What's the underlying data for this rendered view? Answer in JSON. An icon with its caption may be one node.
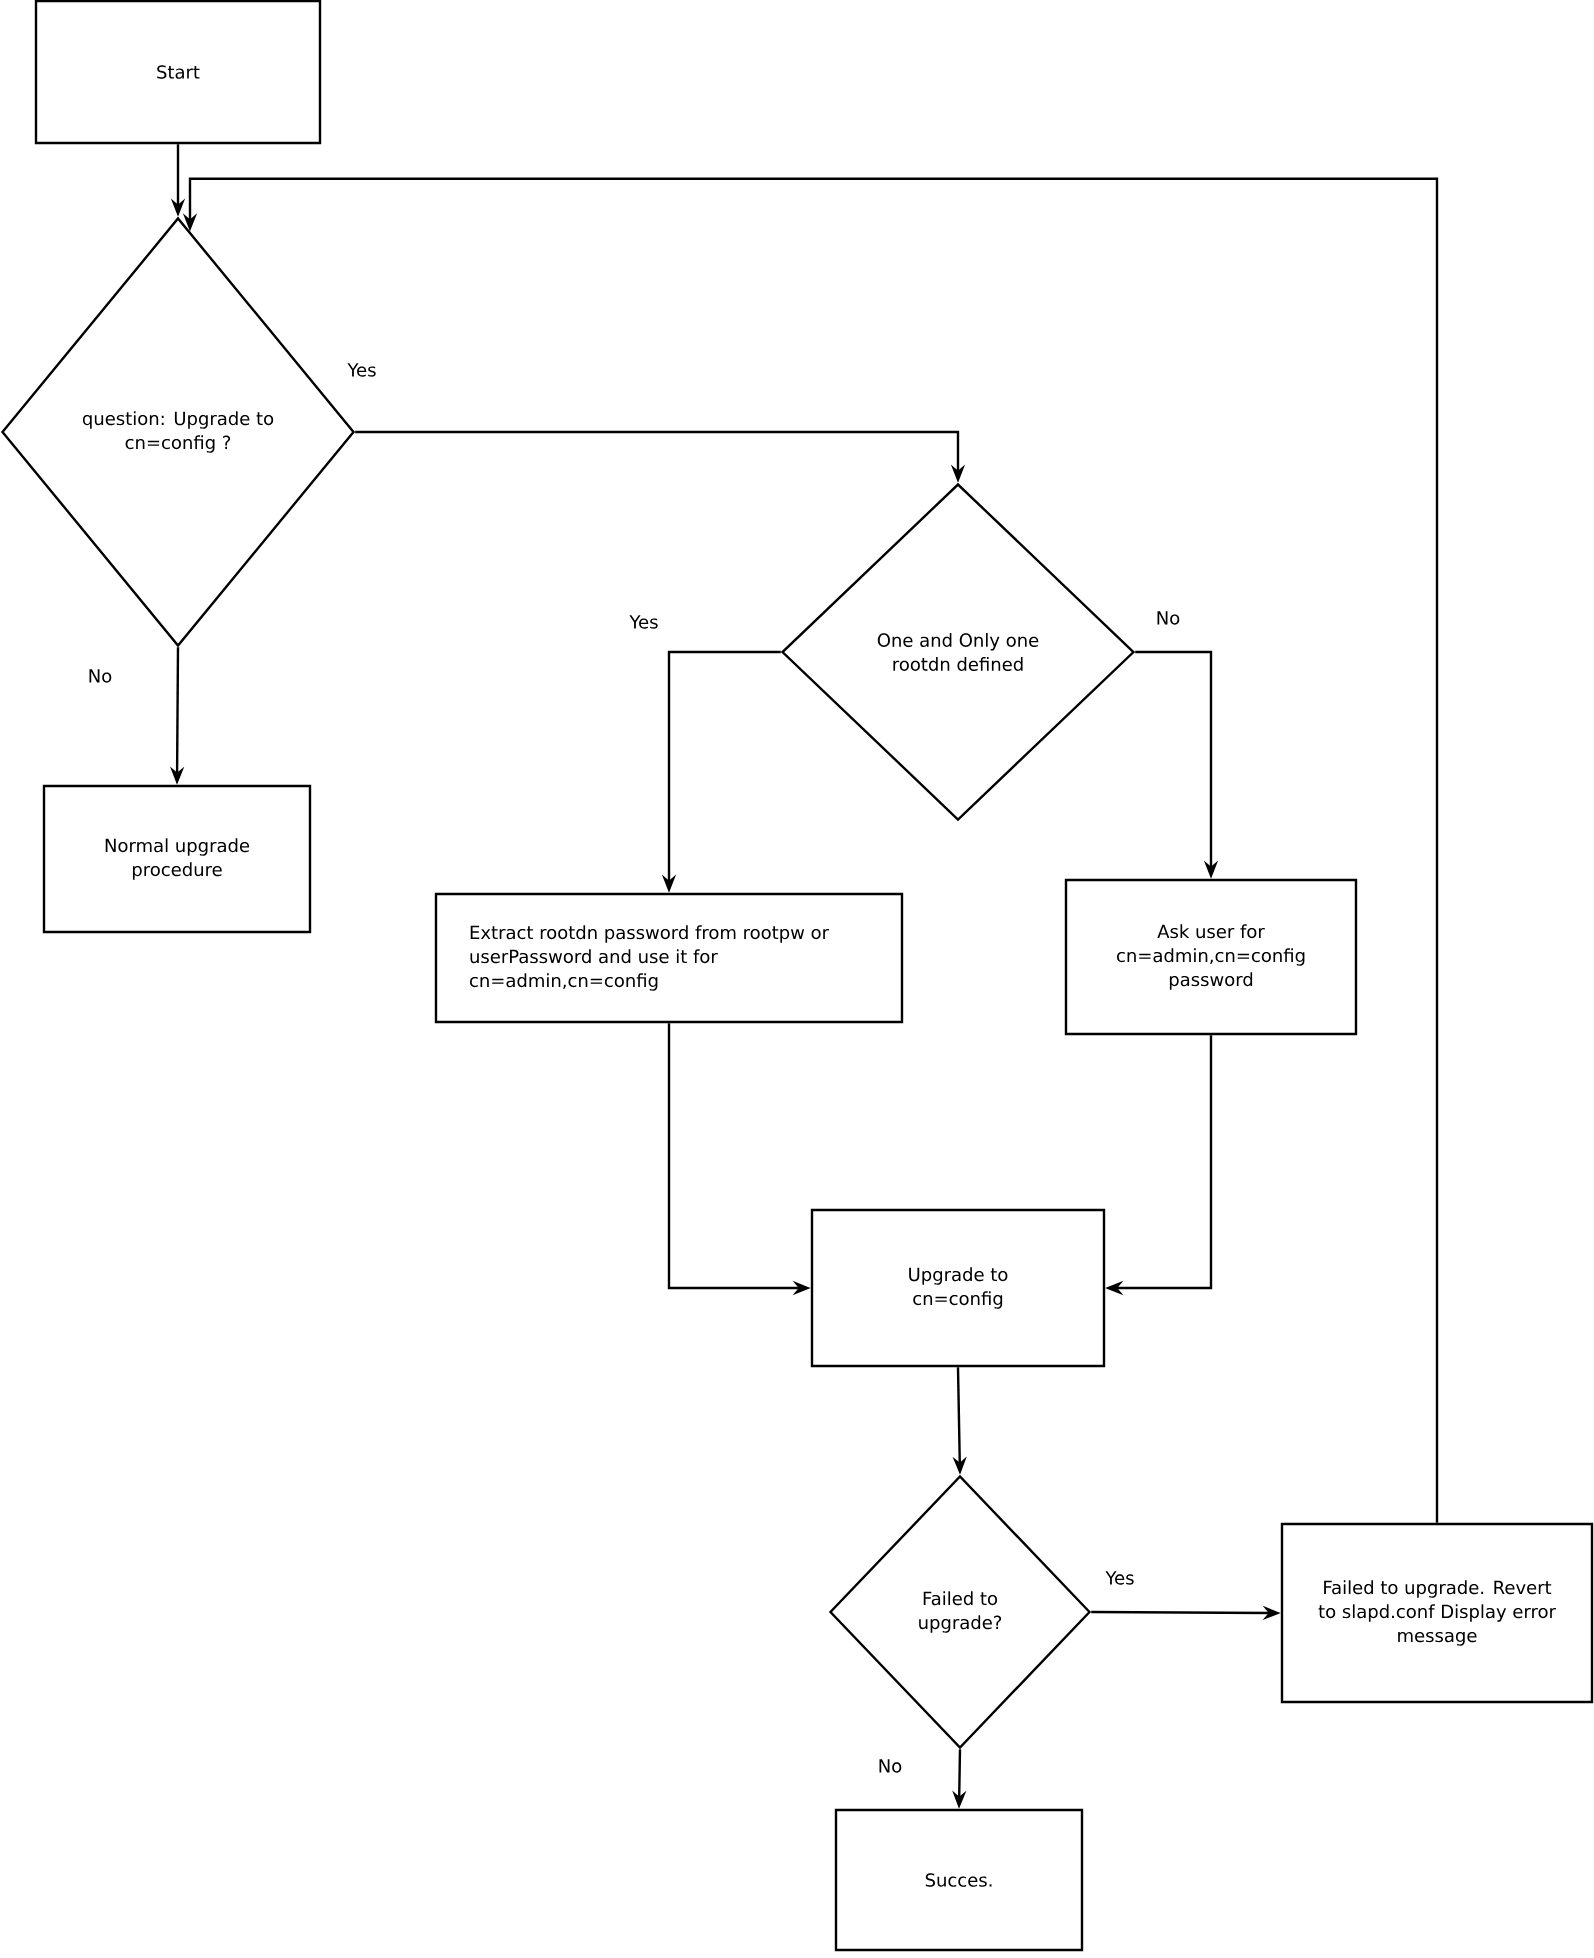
{
  "diagram": {
    "nodes": [
      {
        "text": [
          "Start"
        ]
      },
      {
        "text": [
          "question: Upgrade to cn=config ?"
        ]
      },
      {
        "text": [
          "Normal upgrade procedure"
        ]
      },
      {
        "text": [
          "One and Only one rootdn defined"
        ]
      },
      {
        "text": [
          "Extract rootdn password from rootpw or userPassword and use it for cn=admin,cn=config"
        ]
      },
      {
        "text": [
          "Ask user for cn=admin,cn=config password"
        ]
      },
      {
        "text": [
          "Upgrade to cn=config"
        ]
      },
      {
        "text": [
          "Failed to upgrade?"
        ]
      },
      {
        "text": [
          "Failed to upgrade. Revert to slapd.conf Display error message"
        ]
      },
      {
        "text": [
          "Succes."
        ]
      }
    ],
    "edges": [
      {
        "from": 0,
        "to": 1,
        "arrow": "to"
      },
      {
        "from": 1,
        "to": 3,
        "arrow": "to",
        "label": "Yes"
      },
      {
        "from": 1,
        "to": 2,
        "arrow": "to",
        "label": "No"
      },
      {
        "from": 3,
        "to": 4,
        "arrow": "to",
        "label": "Yes"
      },
      {
        "from": 3,
        "to": 5,
        "arrow": "to",
        "label": "No"
      },
      {
        "from": 4,
        "to": 6,
        "arrow": "to"
      },
      {
        "from": 5,
        "to": 6,
        "arrow": "to"
      },
      {
        "from": 6,
        "to": 7,
        "arrow": "to"
      },
      {
        "from": 7,
        "to": 8,
        "arrow": "to",
        "label": "Yes"
      },
      {
        "from": 7,
        "to": 9,
        "arrow": "to",
        "label": "No"
      },
      {
        "from": 8,
        "to": 1,
        "arrow": "to"
      }
    ]
  }
}
